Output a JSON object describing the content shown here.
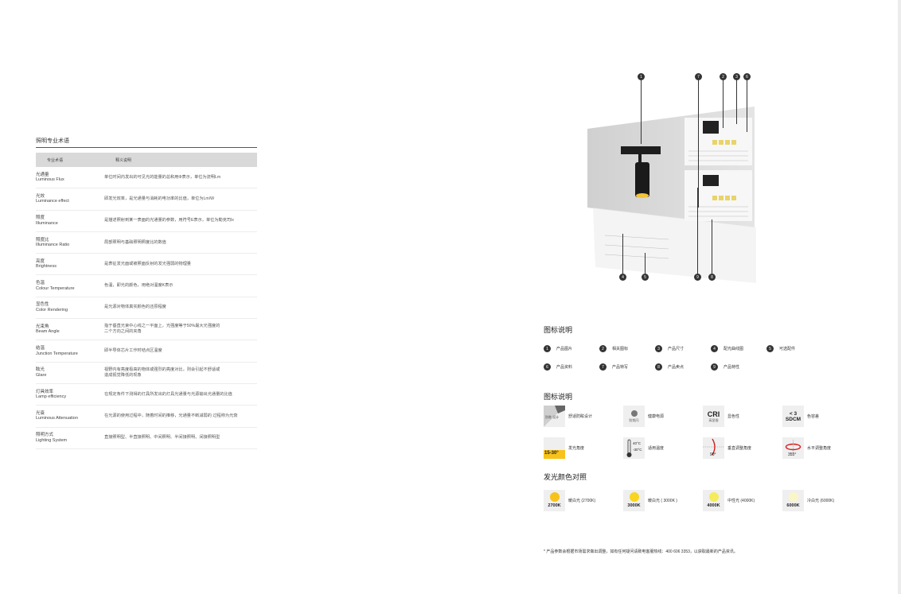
{
  "glossary": {
    "title": "照明专业术语",
    "header": {
      "term": "专业术语",
      "definition": "释义说明"
    },
    "rows": [
      {
        "cn": "光通量",
        "en": "Luminous Flux",
        "def": "单位时间内发出的可见光的能量的总和用Φ表示，单位为流明Lm"
      },
      {
        "cn": "光效",
        "en": "Luminance effect",
        "def": "即发光效率，是光通量与消耗的电功率的比值，单位为Lm/W"
      },
      {
        "cn": "照度",
        "en": "Illuminance",
        "def": "是描述照射到某一表面的光通量的参数，用符号E表示，单位为勒克司lx"
      },
      {
        "cn": "照度比",
        "en": "Illuminance Ratio",
        "def": "局部照明与基础照明照度比的数值"
      },
      {
        "cn": "亮度",
        "en": "Brightness",
        "def": "是表征发光面或被照面反射的发光强弱的物理量"
      },
      {
        "cn": "色温",
        "en": "Colour Temperature",
        "def": "色温，即光的颜色，用绝对温度K表示"
      },
      {
        "cn": "显色性",
        "en": "Color Rendering",
        "def": "是光源对物体真实颜色的还原程度"
      },
      {
        "cn": "光束角",
        "en": "Beam Angle",
        "def": "指于垂直光束中心线之一平面上，光强度等于50%最大光强度的\n二个方向之间的夹角"
      },
      {
        "cn": "结温",
        "en": "Junction Temperature",
        "def": "即半导体芯片工作时结点区温度"
      },
      {
        "cn": "眩光",
        "en": "Glare",
        "def": "视野内有亮度极高的物体或强烈的亮度对比，则会引起不舒适或\n造成视觉降低的现象"
      },
      {
        "cn": "灯具效率",
        "en": "Lamp efficiency",
        "def": "在规定条件下测得的灯具所发出的灯具光通量与光源输出光通量的比值"
      },
      {
        "cn": "光衰",
        "en": "Luminous Attenuation",
        "def": "在光源的使用过程中，随着时间的推移，光通量不断减弱的 过程称为光衰"
      },
      {
        "cn": "照明方式",
        "en": "Lighting System",
        "def": "直接照明型、半直接照明、中间照明、半间接照明、间接照明型"
      }
    ]
  },
  "diagram": {
    "top_callouts": [
      "1",
      "7",
      "2",
      "3",
      "6"
    ],
    "bottom_callouts": [
      "4",
      "5",
      "9",
      "8"
    ]
  },
  "legend": {
    "title": "图标说明",
    "items": [
      {
        "num": "1",
        "label": "产品图片"
      },
      {
        "num": "2",
        "label": "相关图标"
      },
      {
        "num": "3",
        "label": "产品尺寸"
      },
      {
        "num": "4",
        "label": "配光曲线图"
      },
      {
        "num": "5",
        "label": "可选配件"
      },
      {
        "num": "6",
        "label": "产品资料"
      },
      {
        "num": "7",
        "label": "产品特写"
      },
      {
        "num": "8",
        "label": "产品卖点"
      },
      {
        "num": "9",
        "label": "产品特性"
      }
    ]
  },
  "icons": {
    "title": "图标说明",
    "items": [
      {
        "icon": "anti-glare-icon",
        "label": "舒适防眩设计",
        "box_text": "防眩\n设计"
      },
      {
        "icon": "healthy-power-icon",
        "label": "健康电源",
        "box_text": "防频闪"
      },
      {
        "icon": "cri-icon",
        "label": "显色性",
        "box_main": "CRI",
        "box_text": "高显指"
      },
      {
        "icon": "sdcm-icon",
        "label": "色容差",
        "box_main": "< 3\nSDCM"
      },
      {
        "icon": "beam-angle-icon",
        "label": "发光角度",
        "box_main": "15-30°"
      },
      {
        "icon": "thermometer-icon",
        "label": "适用温度",
        "box_main": "40°C\n-30°C"
      },
      {
        "icon": "vertical-angle-icon",
        "label": "垂直调整角度",
        "box_main": "90°"
      },
      {
        "icon": "horizontal-angle-icon",
        "label": "水平调整角度",
        "box_main": "355°"
      }
    ]
  },
  "colors": {
    "title": "发光颜色对照",
    "items": [
      {
        "kv": "2700K",
        "label": "暖白光 (2700K)",
        "color": "#f7c21a"
      },
      {
        "kv": "3000K",
        "label": "暖白光 ( 3000K )",
        "color": "#f9d51d"
      },
      {
        "kv": "4000K",
        "label": "中性光 (4000K)",
        "color": "#f6eb5a"
      },
      {
        "kv": "6000K",
        "label": "冷白光 (6000K)",
        "color": "#fbf6c8"
      }
    ]
  },
  "footnote": "* 产品参数会根据市场需求做出调整，如有任何疑问请致电客服热线：400 606 3353，以获取最新的产品资讯。"
}
